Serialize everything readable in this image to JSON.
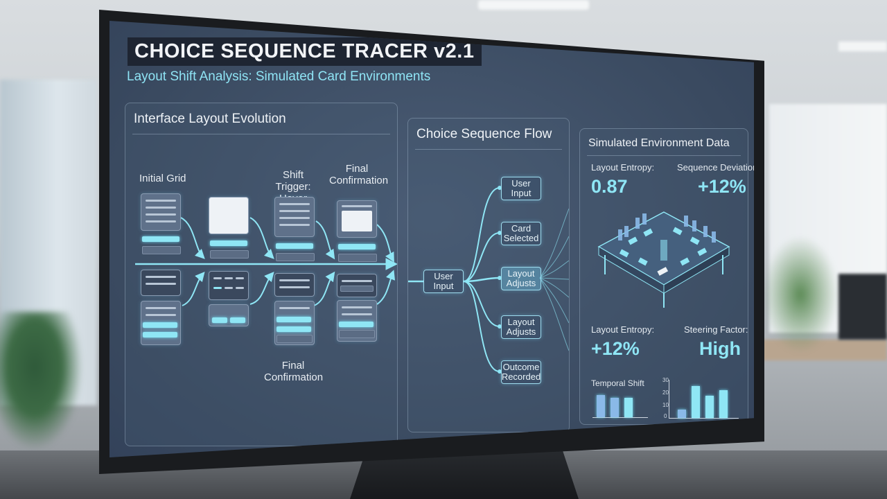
{
  "app": {
    "title": "CHOICE SEQUENCE TRACER v2.1",
    "subtitle": "Layout Shift Analysis: Simulated Card Environments"
  },
  "layout_panel": {
    "title": "Interface Layout Evolution",
    "stages": [
      "Initial Grid",
      "Shift Trigger: Hover",
      "Final Confirmation",
      "Final Confirmation"
    ]
  },
  "flow_panel": {
    "title": "Choice Sequence Flow",
    "source": "User Input",
    "nodes": [
      "User Input",
      "Card Selected",
      "Layout Adjusts",
      "Layout Adjusts",
      "Outcome Recorded"
    ]
  },
  "data_panel": {
    "title": "Simulated Environment Data",
    "metrics": [
      {
        "label": "Layout Entropy:",
        "value": "0.87"
      },
      {
        "label": "Sequence Deviation:",
        "value": "+12%"
      },
      {
        "label": "Layout Entropy:",
        "value": "+12%"
      },
      {
        "label": "Steering Factor:",
        "value": "High"
      }
    ],
    "temporal_label": "Temporal Shift",
    "chart_ticks": [
      "30",
      "20",
      "10",
      "0"
    ],
    "accent": "#8fe6f5"
  }
}
